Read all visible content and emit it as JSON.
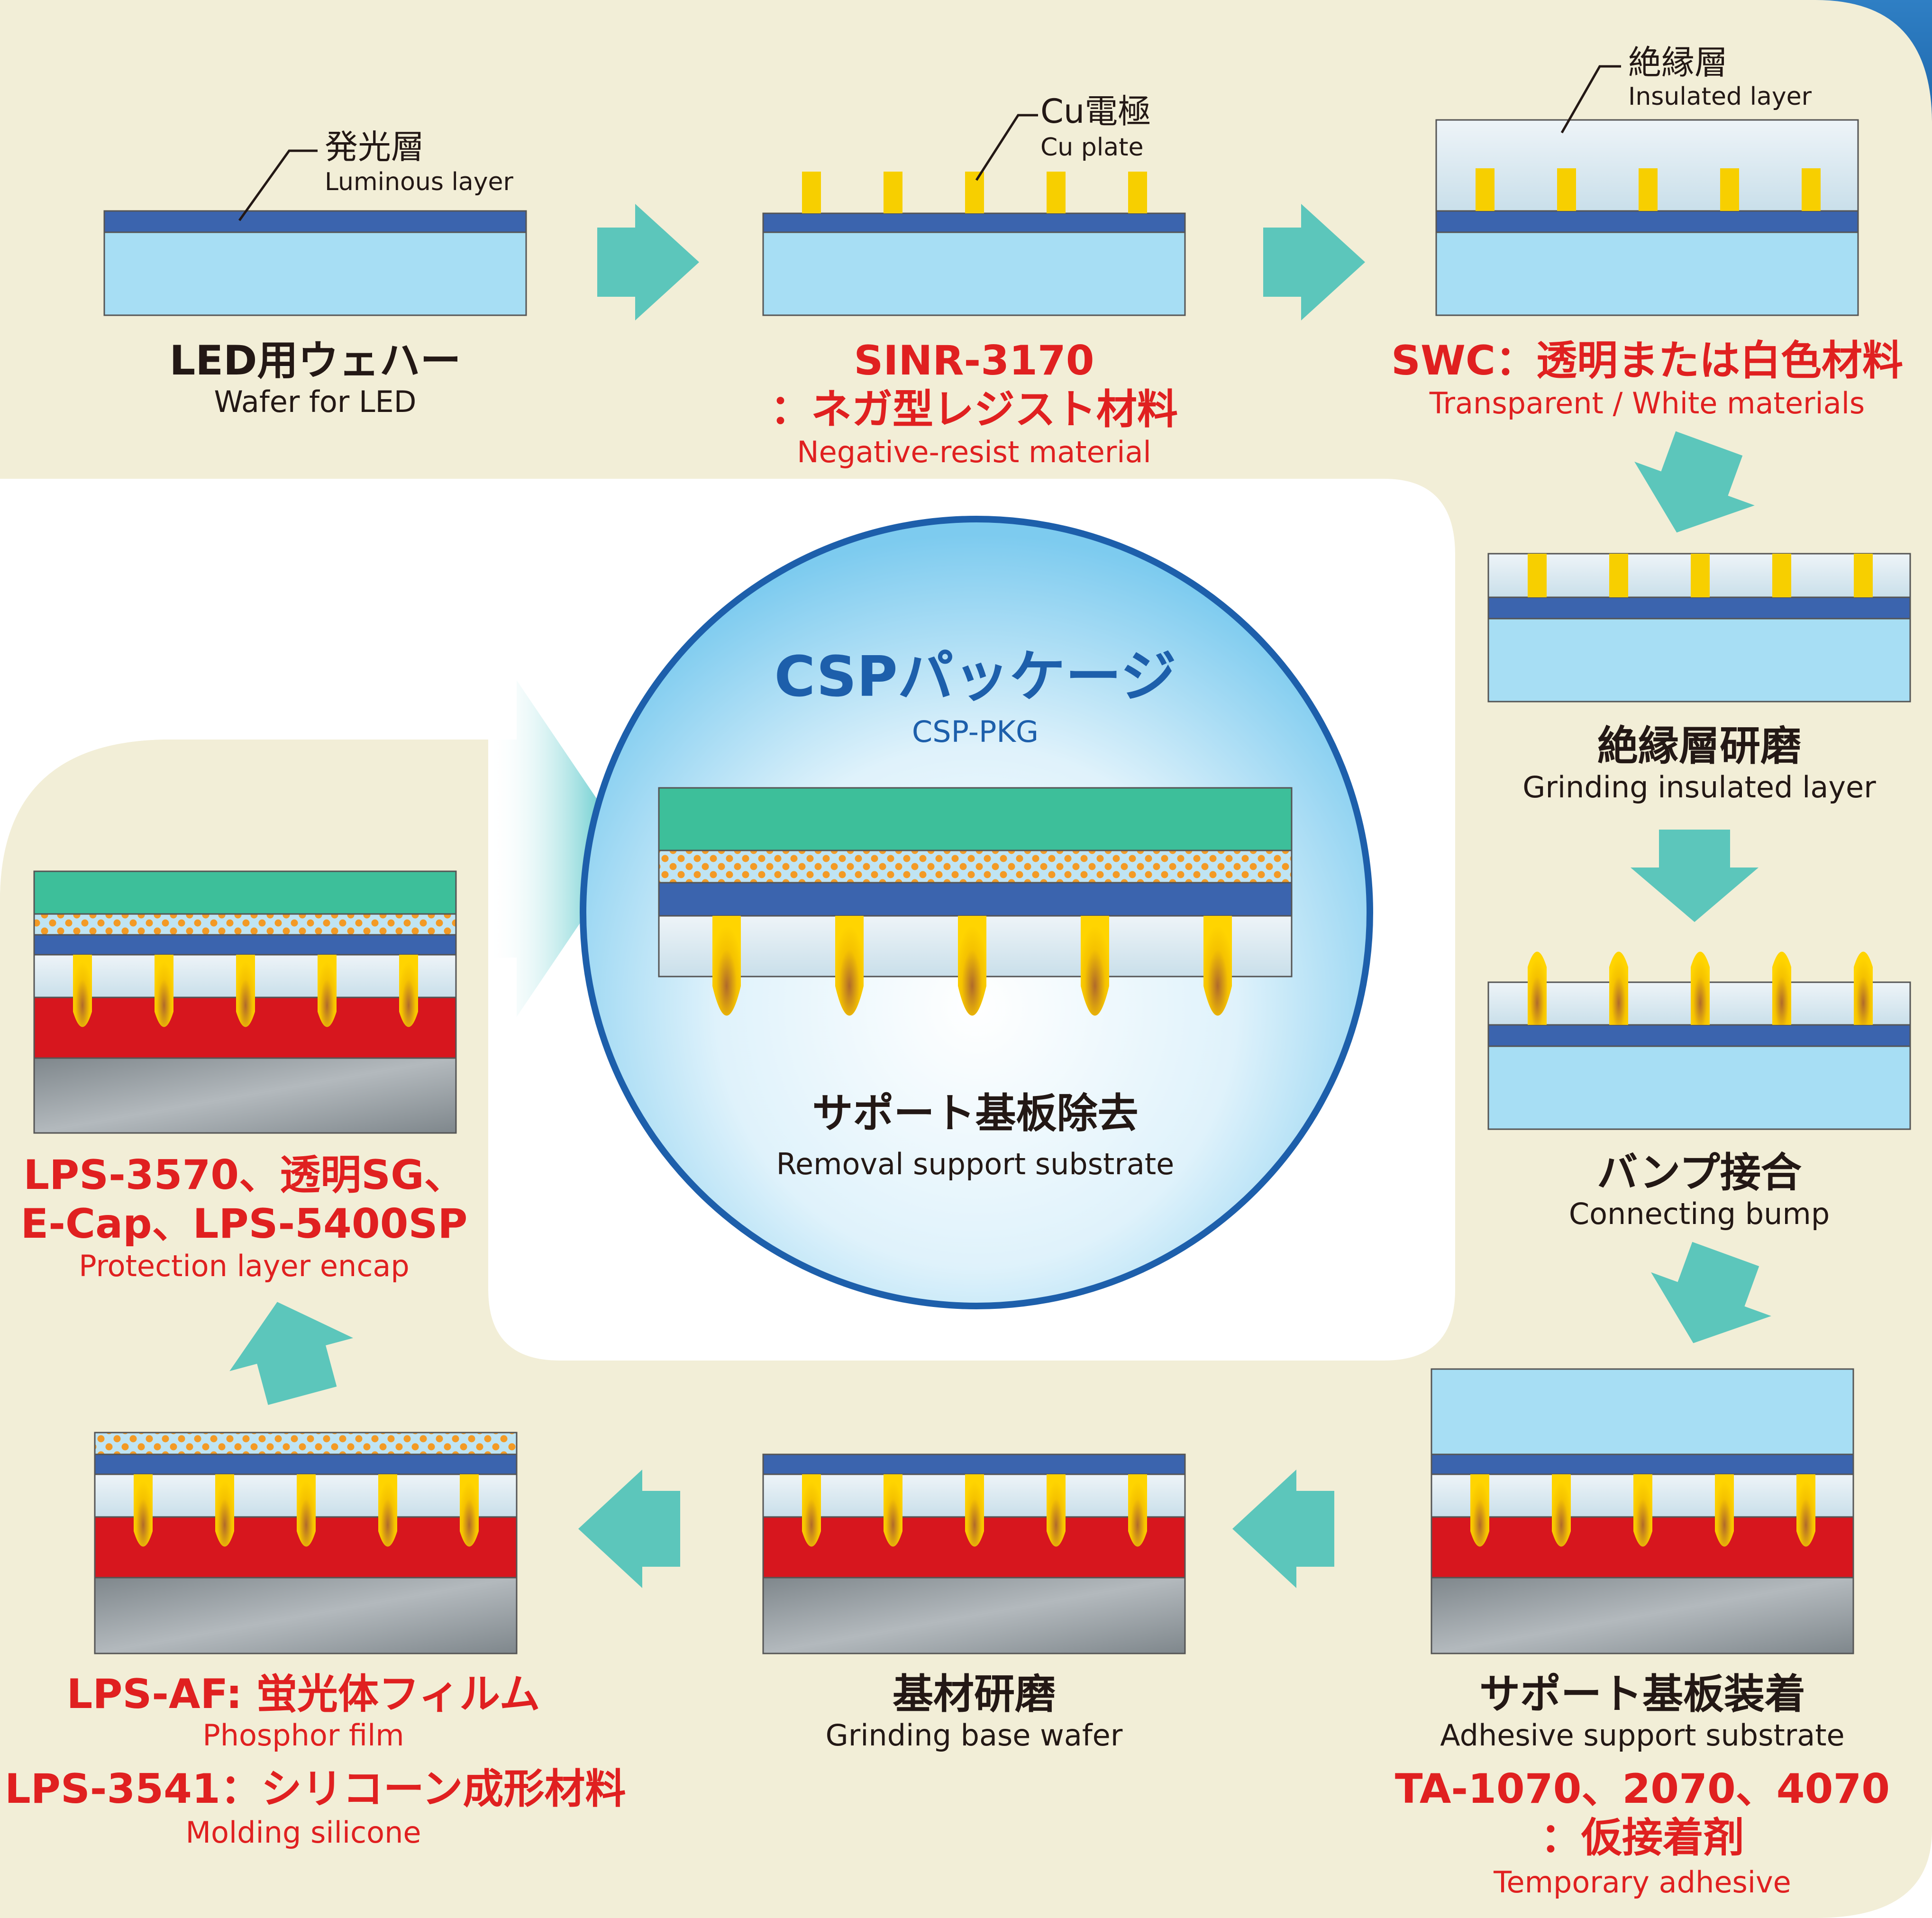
{
  "colors": {
    "panel": "#f2eed7",
    "arrow": "#5cc6bb",
    "wafer": "#a7def4",
    "luminous": "#3b64ae",
    "cu": "#f7cf00",
    "insulated": "#dbeaf1",
    "red_layer": "#d7161e",
    "support": "#8a9297",
    "green_encap": "#3dbf9a",
    "phosphor_dots": "#f39a25",
    "circle_border": "#1d5fab",
    "red_text": "#e02020"
  },
  "steps": [
    {
      "id": "led-wafer",
      "title": "LED用ウェハー",
      "subtitle": "Wafer for LED",
      "red": false,
      "callout": {
        "jp": "発光層",
        "en": "Luminous layer"
      }
    },
    {
      "id": "cu-plate",
      "title": "SINR-3170",
      "title2": "：ネガ型レジスト材料",
      "subtitle": "Negative-resist material",
      "red": true,
      "callout": {
        "jp": "Cu電極",
        "en": "Cu plate"
      }
    },
    {
      "id": "insulated-layer",
      "title": "SWC：透明または白色材料",
      "subtitle": "Transparent / White materials",
      "red": true,
      "callout": {
        "jp": "絶縁層",
        "en": "Insulated layer"
      }
    },
    {
      "id": "grinding-insulated",
      "title": "絶縁層研磨",
      "subtitle": "Grinding insulated layer",
      "red": false
    },
    {
      "id": "connecting-bump",
      "title": "バンプ接合",
      "subtitle": "Connecting bump",
      "red": false
    },
    {
      "id": "adhesive-support",
      "title": "サポート基板装着",
      "subtitle": "Adhesive support substrate",
      "red": false,
      "extra": {
        "title": "TA-1070、2070、4070",
        "title2": "：仮接着剤",
        "subtitle": "Temporary adhesive"
      }
    },
    {
      "id": "grinding-base",
      "title": "基材研磨",
      "subtitle": "Grinding base wafer",
      "red": false
    },
    {
      "id": "phosphor-film",
      "title": "LPS-AF: 蛍光体フィルム",
      "subtitle": "Phosphor film",
      "red": true,
      "extra": {
        "title": "LPS-3541：シリコーン成形材料",
        "subtitle": "Molding silicone"
      }
    },
    {
      "id": "protection-encap",
      "title": "LPS-3570、透明SG、",
      "title2": "E-Cap、LPS-5400SP",
      "subtitle": "Protection layer encap",
      "red": true
    }
  ],
  "center": {
    "title": "CSPパッケージ",
    "subtitle": "CSP-PKG",
    "step_title": "サポート基板除去",
    "step_subtitle": "Removal support substrate"
  }
}
